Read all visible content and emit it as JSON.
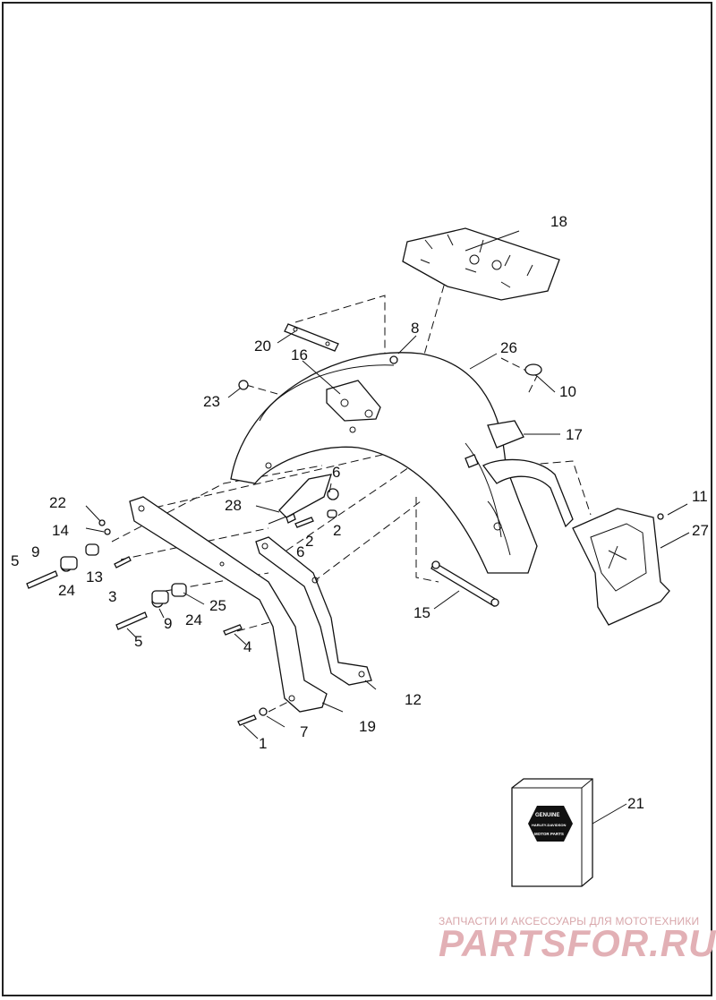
{
  "callouts": {
    "c1": "1",
    "c2a": "2",
    "c2b": "2",
    "c3": "3",
    "c4": "4",
    "c5a": "5",
    "c5b": "5",
    "c6a": "6",
    "c6b": "6",
    "c7": "7",
    "c8": "8",
    "c9a": "9",
    "c9b": "9",
    "c10": "10",
    "c11": "11",
    "c12": "12",
    "c13": "13",
    "c14": "14",
    "c15": "15",
    "c16": "16",
    "c17": "17",
    "c18": "18",
    "c19": "19",
    "c20": "20",
    "c21": "21",
    "c22": "22",
    "c23": "23",
    "c24a": "24",
    "c24b": "24",
    "c25": "25",
    "c26": "26",
    "c27": "27",
    "c28": "28"
  },
  "kit": {
    "badge_top": "GENUINE",
    "badge_mid": "HARLEY-DAVIDSON",
    "badge_bottom": "MOTOR PARTS"
  },
  "watermark": {
    "tagline": "ЗАПЧАСТИ И АКСЕССУАРЫ ДЛЯ МОТОТЕХНИКИ",
    "logo": "PARTSFOR.RU"
  }
}
